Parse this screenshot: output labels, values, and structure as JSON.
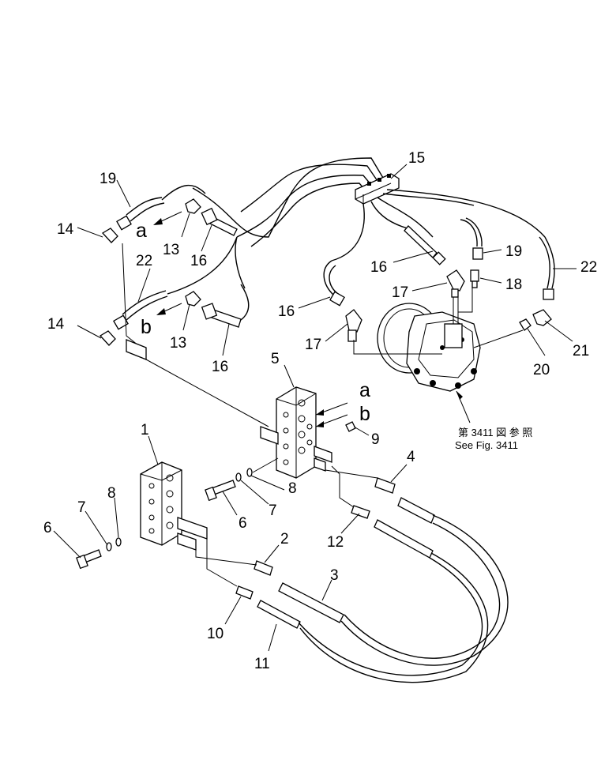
{
  "callouts": {
    "n1": "1",
    "n2": "2",
    "n3": "3",
    "n4": "4",
    "n5": "5",
    "n6a": "6",
    "n6b": "6",
    "n7a": "7",
    "n7b": "7",
    "n8a": "8",
    "n8b": "8",
    "n9": "9",
    "n10": "10",
    "n11": "11",
    "n12": "12",
    "n13a": "13",
    "n13b": "13",
    "n14a": "14",
    "n14b": "14",
    "n15": "15",
    "n16a": "16",
    "n16b": "16",
    "n16c": "16",
    "n16d": "16",
    "n17a": "17",
    "n17b": "17",
    "n18": "18",
    "n19a": "19",
    "n19b": "19",
    "n20": "20",
    "n21": "21",
    "n22a": "22",
    "n22b": "22"
  },
  "letters": {
    "a1": "a",
    "b1": "b",
    "a2": "a",
    "b2": "b"
  },
  "reference": {
    "japanese": "第 3411 図 参 照",
    "english": "See Fig. 3411"
  }
}
